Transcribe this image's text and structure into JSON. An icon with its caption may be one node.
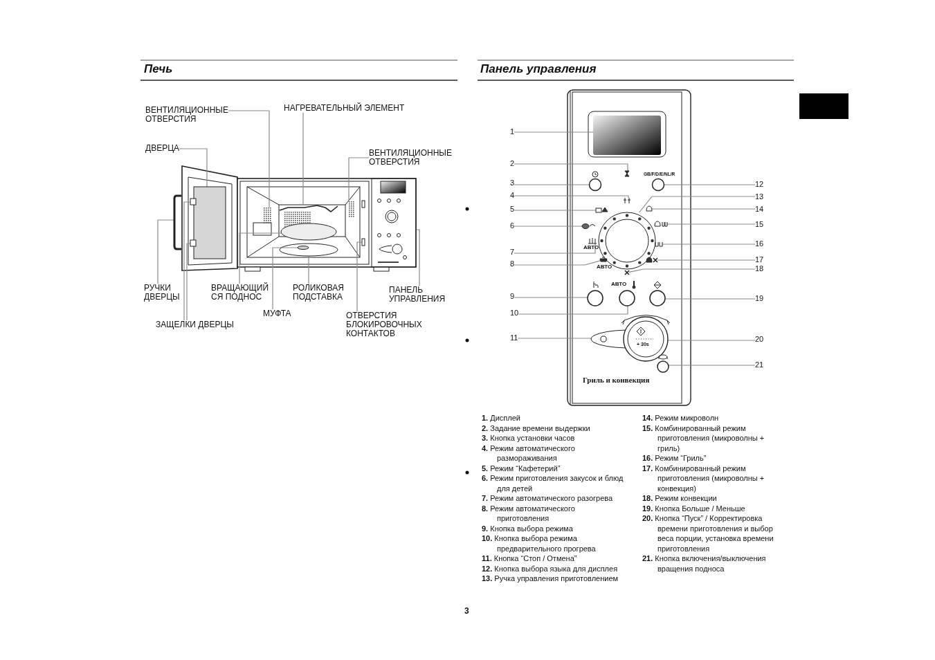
{
  "diagram": {
    "nodes": [
      {
        "text": [
          "ВЕНТИЛЯЦИОННЫЕ ОТВЕРСТИЯ"
        ]
      },
      {
        "text": [
          "НАГРЕВАТЕЛЬНЫЙ ЭЛЕМЕНТ"
        ]
      },
      {
        "text": [
          "ДВЕРЦА"
        ]
      },
      {
        "text": [
          "ВЕНТИЛЯЦИОННЫЕ ОТВЕРСТИЯ"
        ]
      },
      {
        "text": [
          "РУЧКИ ДВЕРЦЫ"
        ]
      },
      {
        "text": [
          "ВРАЩАЮЩИЙ СЯ ПОДНОС"
        ]
      },
      {
        "text": [
          "РОЛИКОВАЯ ПОДСТАВКА"
        ]
      },
      {
        "text": [
          "ПАНЕЛЬ УПРАВЛЕНИЯ"
        ]
      },
      {
        "text": [
          "МУФТА"
        ]
      },
      {
        "text": [
          "ОТВЕРСТИЯ БЛОКИРОВОЧНЫХ КОНТАКТОВ"
        ]
      },
      {
        "text": [
          "ЗАЩЕЛКИ ДВЕРЦЫ"
        ]
      },
      {
        "text": [
          "1"
        ]
      },
      {
        "text": [
          "2"
        ]
      },
      {
        "text": [
          "3"
        ]
      },
      {
        "text": [
          "4"
        ]
      },
      {
        "text": [
          "5"
        ]
      },
      {
        "text": [
          "6"
        ]
      },
      {
        "text": [
          "7"
        ]
      },
      {
        "text": [
          "8"
        ]
      },
      {
        "text": [
          "9"
        ]
      },
      {
        "text": [
          "10"
        ]
      },
      {
        "text": [
          "11"
        ]
      },
      {
        "text": [
          "12"
        ]
      },
      {
        "text": [
          "13"
        ]
      },
      {
        "text": [
          "14"
        ]
      },
      {
        "text": [
          "15"
        ]
      },
      {
        "text": [
          "16"
        ]
      },
      {
        "text": [
          "17"
        ]
      },
      {
        "text": [
          "18"
        ]
      },
      {
        "text": [
          "19"
        ]
      },
      {
        "text": [
          "20"
        ]
      },
      {
        "text": [
          "21"
        ]
      },
      {
        "text": [],
        "shape": "box"
      },
      {
        "text": [],
        "shape": "picture"
      },
      {
        "text": [],
        "shape": "box"
      },
      {
        "text": [],
        "shape": "box"
      },
      {
        "text": [],
        "shape": "picture"
      },
      {
        "text": [],
        "shape": "ellipse"
      },
      {
        "text": [],
        "shape": "ellipse"
      },
      {
        "text": [],
        "shape": "box"
      },
      {
        "text": [],
        "shape": "ellipse",
        "in": 38
      },
      {
        "text": [],
        "shape": "box"
      },
      {
        "text": [],
        "shape": "box"
      },
      {
        "text": [],
        "shape": "box"
      },
      {
        "text": [],
        "shape": "box"
      },
      {
        "text": [],
        "shape": "hourglass"
      },
      {
        "text": [],
        "shape": "circle"
      },
      {
        "text": [],
        "shape": "picture"
      },
      {
        "text": [],
        "shape": "picture"
      },
      {
        "text": [],
        "shape": "bowl"
      },
      {
        "text": [],
        "shape": "picture"
      },
      {
        "text": [],
        "shape": "pot"
      },
      {
        "text": [],
        "shape": "circle"
      },
      {
        "text": [],
        "shape": "circle"
      },
      {
        "text": [],
        "shape": "picture"
      },
      {
        "text": [],
        "shape": "circle",
        "beside": [
          "GB/F/D/E/NL/R"
        ]
      },
      {
        "text": [],
        "shape": "picture"
      },
      {
        "text": [],
        "shape": "picture"
      },
      {
        "text": [],
        "shape": "picture"
      },
      {
        "text": [],
        "shape": "picture"
      },
      {
        "text": [],
        "shape": "dome"
      },
      {
        "text": [],
        "shape": "picture"
      },
      {
        "text": [],
        "shape": "circle"
      },
      {
        "text": [],
        "shape": "picture"
      },
      {
        "text": [],
        "shape": "circle"
      }
    ],
    "edges": [
      {
        "from": 0,
        "to": 32,
        "arrow": "none"
      },
      {
        "from": 1,
        "to": 33,
        "arrow": "none"
      },
      {
        "from": 2,
        "to": 34,
        "arrow": "none"
      },
      {
        "from": 3,
        "to": 35,
        "arrow": "none"
      },
      {
        "from": 4,
        "to": 36,
        "arrow": "none"
      },
      {
        "from": 5,
        "to": 37,
        "arrow": "none"
      },
      {
        "from": 6,
        "to": 38,
        "arrow": "none"
      },
      {
        "from": 7,
        "to": 39,
        "arrow": "none"
      },
      {
        "from": 8,
        "to": 40,
        "arrow": "none"
      },
      {
        "from": 9,
        "to": 41,
        "arrow": "none"
      },
      {
        "from": 10,
        "to": 42,
        "arrow": "none"
      },
      {
        "from": 10,
        "to": 43,
        "arrow": "none"
      },
      {
        "from": 11,
        "to": 44,
        "arrow": "none"
      },
      {
        "from": 12,
        "to": 45,
        "arrow": "none"
      },
      {
        "from": 13,
        "to": 46,
        "arrow": "none"
      },
      {
        "from": 14,
        "to": 47,
        "arrow": "none"
      },
      {
        "from": 15,
        "to": 48,
        "arrow": "none"
      },
      {
        "from": 16,
        "to": 49,
        "arrow": "none"
      },
      {
        "from": 17,
        "to": 50,
        "arrow": "none"
      },
      {
        "from": 18,
        "to": 51,
        "arrow": "none"
      },
      {
        "from": 19,
        "to": 52,
        "arrow": "none"
      },
      {
        "from": 20,
        "to": 53,
        "arrow": "none"
      },
      {
        "from": 21,
        "to": 54,
        "arrow": "none"
      },
      {
        "from": 22,
        "to": 55,
        "arrow": "none"
      },
      {
        "from": 23,
        "to": 56,
        "arrow": "none"
      },
      {
        "from": 24,
        "to": 57,
        "arrow": "none"
      },
      {
        "from": 25,
        "to": 58,
        "arrow": "none"
      },
      {
        "from": 26,
        "to": 59,
        "arrow": "none"
      },
      {
        "from": 27,
        "to": 60,
        "arrow": "none"
      },
      {
        "from": 28,
        "to": 61,
        "arrow": "none"
      },
      {
        "from": 29,
        "to": 62,
        "arrow": "none"
      },
      {
        "from": 30,
        "to": 63,
        "arrow": "none"
      },
      {
        "from": 31,
        "to": 64,
        "arrow": "none"
      }
    ],
    "labels": [
      "Печь",
      "Панель управления",
      "АВТО",
      "АВТО",
      "АВТО",
      "+ 30s",
      "Гриль и конвекция",
      "**1.** Дисплей",
      "**2.** Задание времени выдержки",
      "**3.** Кнопка установки часов",
      "**4.** Режим автоматического размораживания",
      "**5.** Режим “Кафетерий”",
      "**6.** Режим приготовления закусок и блюд для детей",
      "**7.** Режим автоматического разогрева",
      "**8.** Режим автоматического приготовления",
      "**9.** Кнопка выбора режима",
      "**10.** Кнопка выбора режима предварительного прогрева",
      "**11.** Кнопка “Стоп / Отмена”",
      "**12.** Кнопка выбора языка для дисплея",
      "**13.** Ручка управления приготовлением",
      "**14.** Режим микроволн",
      "**15.** Комбинированный режим приготовления (микроволны + гриль)",
      "**16.** Режим “Гриль”",
      "**17.** Комбинированный режим приготовления (микроволны + конвекция)",
      "**18.** Режим конвекции",
      "**19.** Кнопка Больше / Меньше",
      "**20.** Кнопка “Пуск” / Корректировка времени приготовления и выбор веса порции, установка времени приготовления",
      "**21.** Кнопка включения/выключения вращения подноса",
      "3"
    ]
  }
}
